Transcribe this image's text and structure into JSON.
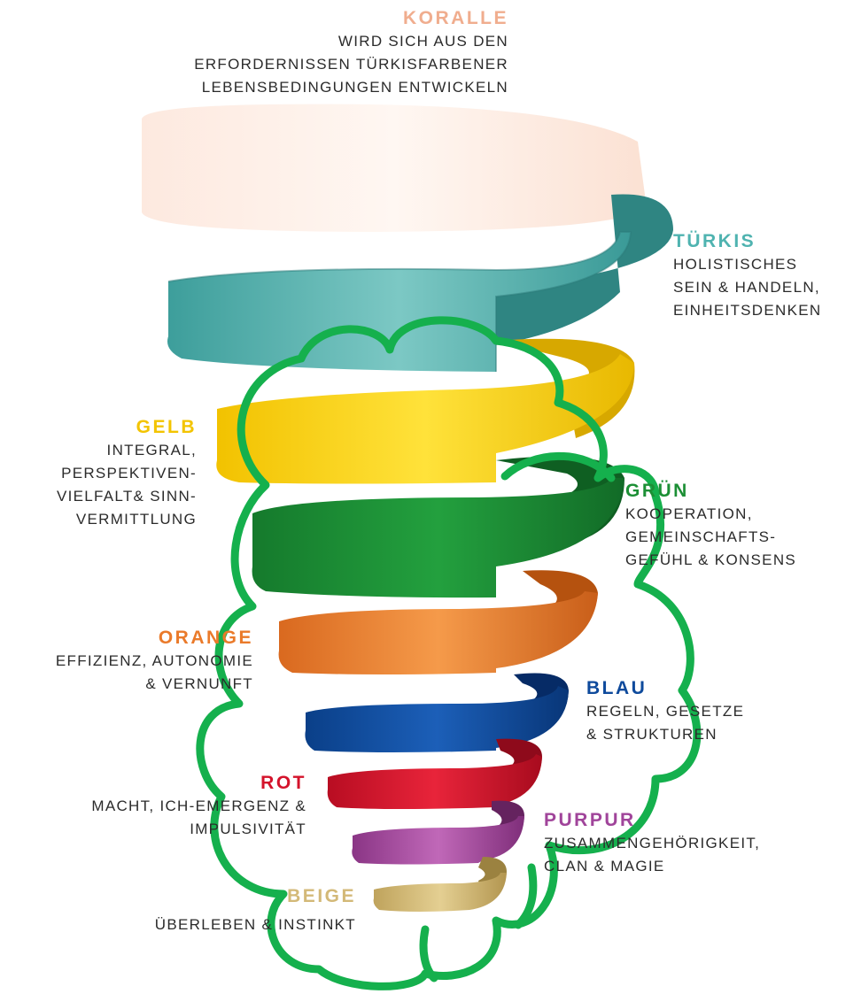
{
  "levels": [
    {
      "key": "koralle",
      "title": "KORALLE",
      "color": "#f0ad8e",
      "lines": [
        "WIRD SICH AUS DEN",
        "ERFORDERNISSEN TÜRKISFARBENER",
        "LEBENSBEDINGUNGEN ENTWICKELN"
      ]
    },
    {
      "key": "tuerkis",
      "title": "TÜRKIS",
      "color": "#4fb3b0",
      "lines": [
        "HOLISTISCHES",
        "SEIN & HANDELN,",
        "EINHEITSDENKEN"
      ]
    },
    {
      "key": "gelb",
      "title": "GELB",
      "color": "#f3c400",
      "lines": [
        "INTEGRAL,",
        "PERSPEKTIVEN-",
        "VIELFALT& SINN-",
        "VERMITTLUNG"
      ]
    },
    {
      "key": "gruen",
      "title": "GRÜN",
      "color": "#1c8f35",
      "lines": [
        "KOOPERATION,",
        "GEMEINSCHAFTS-",
        "GEFÜHL & KONSENS"
      ]
    },
    {
      "key": "orange",
      "title": "ORANGE",
      "color": "#ea7a2a",
      "lines": [
        "EFFIZIENZ, AUTONOMIE",
        "& VERNUNFT"
      ]
    },
    {
      "key": "blau",
      "title": "BLAU",
      "color": "#0e4a9c",
      "lines": [
        "REGELN, GESETZE",
        "& STRUKTUREN"
      ]
    },
    {
      "key": "rot",
      "title": "ROT",
      "color": "#d4132b",
      "lines": [
        "MACHT, ICH-EMERGENZ &",
        "IMPULSIVITÄT"
      ]
    },
    {
      "key": "purpur",
      "title": "PURPUR",
      "color": "#a0449a",
      "lines": [
        "ZUSAMMENGEHÖRIGKEIT,",
        "CLAN & MAGIE"
      ]
    },
    {
      "key": "beige",
      "title": "BEIGE",
      "color": "#d3b978",
      "lines": [
        "ÜBERLEBEN & INSTINKT"
      ]
    }
  ],
  "overlay": {
    "shape": "cloud-outline",
    "color": "#15b04d"
  }
}
